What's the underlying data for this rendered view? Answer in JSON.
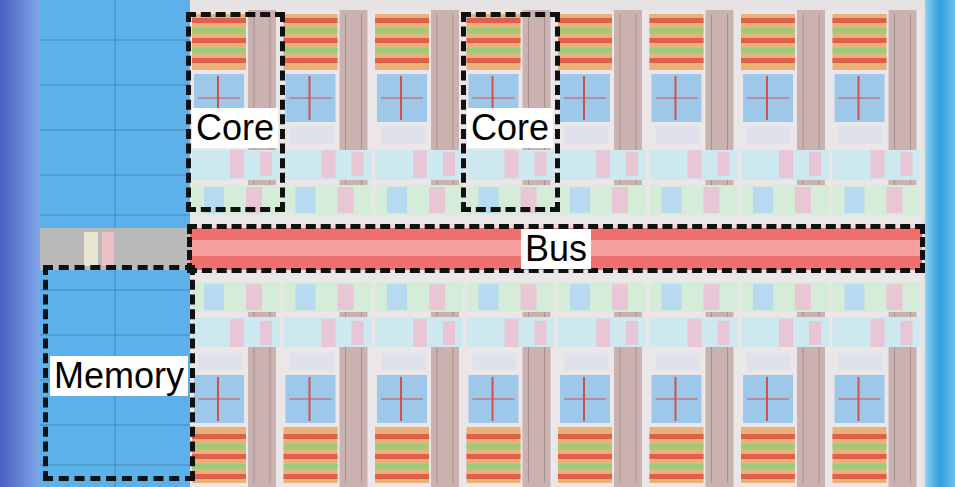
{
  "diagram": {
    "nodes": [
      {
        "text": [
          "Core"
        ]
      },
      {
        "text": [
          "Core"
        ]
      },
      {
        "text": [
          "Bus"
        ]
      },
      {
        "text": [
          "Memory"
        ]
      }
    ]
  }
}
